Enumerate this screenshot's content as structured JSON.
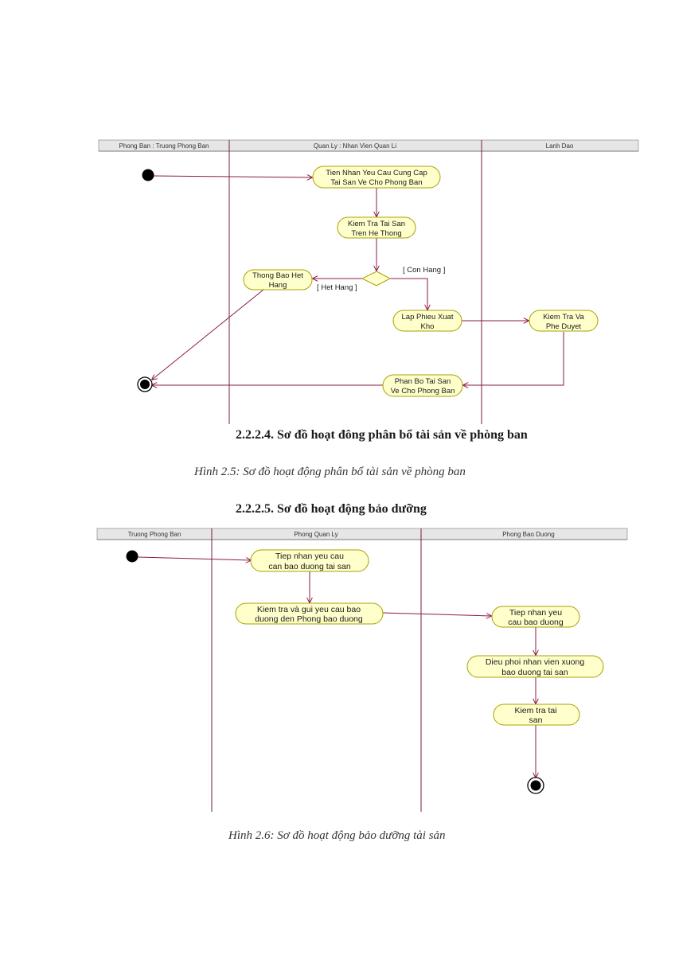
{
  "diagram1": {
    "lanes": [
      "Phong Ban : Truong Phong Ban",
      "Quan Ly : Nhan Vien Quan Li",
      "Lanh Dao"
    ],
    "actions": {
      "a1": [
        "Tien Nhan Yeu Cau Cung Cap",
        "Tai San Ve Cho Phong Ban"
      ],
      "a2": [
        "Kiem Tra Tai San",
        "Tren He Thong"
      ],
      "a3": [
        "Thong Bao Het",
        "Hang"
      ],
      "a4": [
        "Lap Phieu Xuat",
        "Kho"
      ],
      "a5": [
        "Kiem Tra Va",
        "Phe Duyet"
      ],
      "a6": [
        "Phan Bo Tai San",
        "Ve Cho Phong Ban"
      ]
    },
    "guards": {
      "con_hang": "[ Con Hang ]",
      "het_hang": "[ Het Hang ]"
    }
  },
  "heading1": {
    "number": "2.2.2.4",
    "text": ". Sơ đồ hoạt đông phân bổ tài sản về phòng ban"
  },
  "caption1": "Hình 2.5: Sơ đồ hoạt động phân bổ tài sản về phòng ban",
  "heading2": {
    "number": "2.2.2.5",
    "text": ". Sơ đồ hoạt động bảo dưỡng"
  },
  "diagram2": {
    "lanes": [
      "Truong Phong Ban",
      "Phong Quan Ly",
      "Phong Bao Duong"
    ],
    "actions": {
      "b1": [
        "Tiep nhan yeu cau",
        "can bao duong tai san"
      ],
      "b2": [
        "Kiem tra và gui yeu cau bao",
        "duong den Phong bao duong"
      ],
      "b3": [
        "Tiep nhan yeu",
        "cau bao duong"
      ],
      "b4": [
        "Dieu phoi nhan vien xuong",
        "bao duong tai san"
      ],
      "b5": [
        "Kiem tra tai",
        "san"
      ]
    }
  },
  "caption2": "Hình 2.6: Sơ đồ hoạt động bảo dưỡng tài sản",
  "colors": {
    "flow": "#8b1a4a",
    "node_fill": "#ffffcc",
    "node_stroke": "#a8a000",
    "lane_header": "#e6e6e6"
  }
}
